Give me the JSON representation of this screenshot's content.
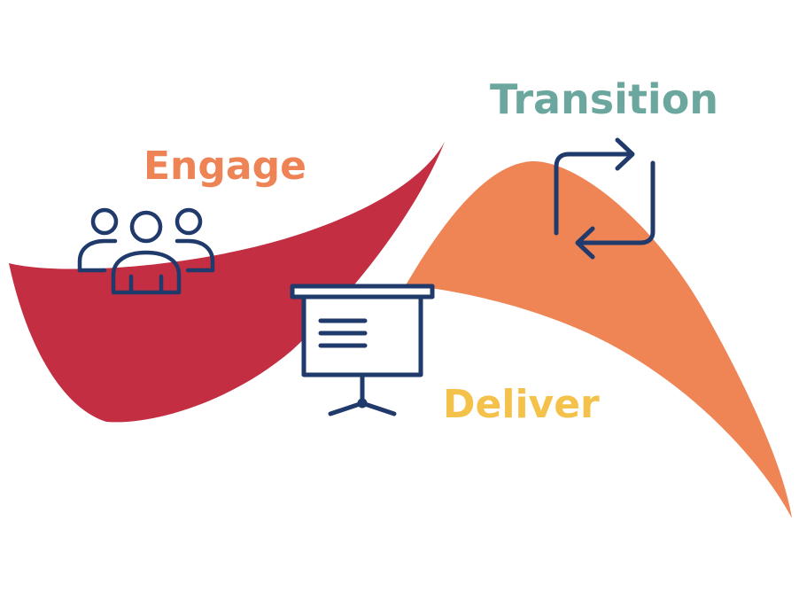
{
  "labels": {
    "engage": "Engage",
    "deliver": "Deliver",
    "transition": "Transition"
  },
  "icons": {
    "engage": "people-group-icon",
    "deliver": "presentation-board-icon",
    "transition": "cycle-arrows-icon"
  },
  "colors": {
    "engage": "#EE8456",
    "deliver": "#F4C24B",
    "transition": "#6BA79E",
    "red_wave": "#C32E42",
    "orange_wave": "#EF8455",
    "icon_stroke": "#1F3A6B"
  }
}
